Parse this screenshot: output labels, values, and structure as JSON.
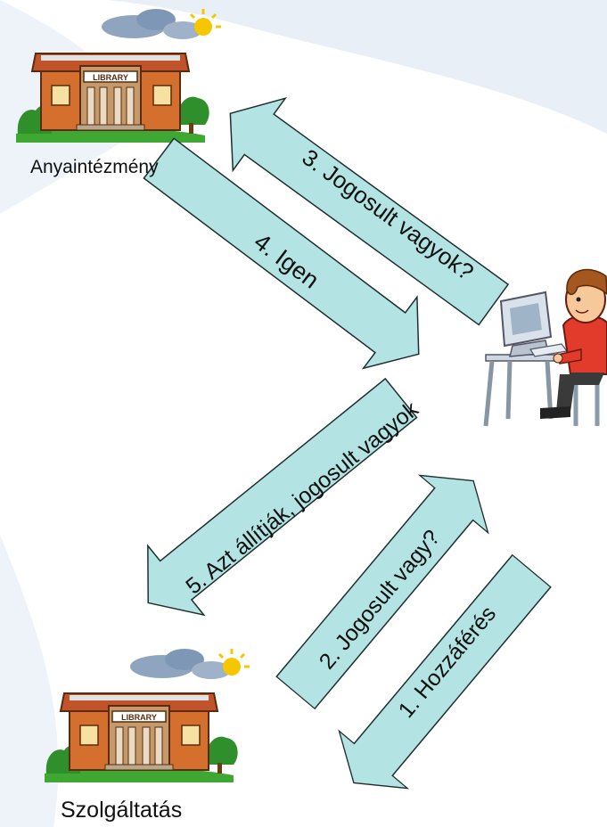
{
  "nodes": {
    "home_institution": {
      "label": "Anyaintézmény",
      "sign": "LIBRARY"
    },
    "service": {
      "label": "Szolgáltatás",
      "sign": "LIBRARY"
    },
    "user": {
      "icon": "person-at-computer-icon"
    }
  },
  "arrows": [
    {
      "id": "step1",
      "text": "1. Hozzáférés"
    },
    {
      "id": "step2",
      "text": "2. Jogosult vagy?"
    },
    {
      "id": "step3",
      "text": "3. Jogosult vagyok?"
    },
    {
      "id": "step4",
      "text": "4. Igen"
    },
    {
      "id": "step5",
      "text": "5. Azt állítják, jogosult vagyok"
    }
  ],
  "colors": {
    "arrow_fill": "#b3e3e3",
    "arrow_stroke": "#1f2f2f",
    "background_swirl": "#e4edf6"
  }
}
